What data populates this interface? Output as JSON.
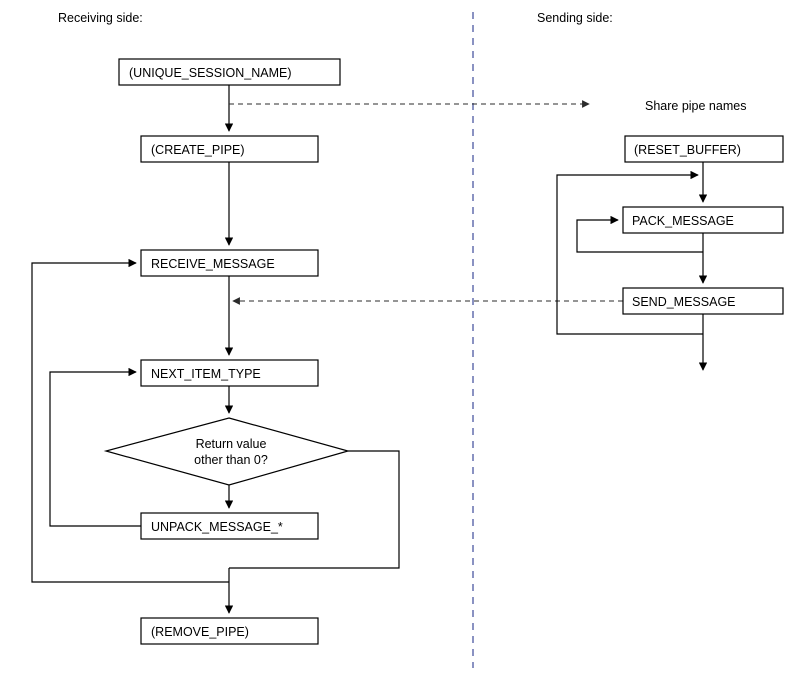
{
  "diagram": {
    "title_receiving": "Receiving side:",
    "title_sending": "Sending side:",
    "share_label": "Share pipe names",
    "divider_name": "side-divider"
  },
  "receiving": {
    "nodes": [
      {
        "id": "unique-session-name",
        "label": "(UNIQUE_SESSION_NAME)"
      },
      {
        "id": "create-pipe",
        "label": "(CREATE_PIPE)"
      },
      {
        "id": "receive-message",
        "label": "RECEIVE_MESSAGE"
      },
      {
        "id": "next-item-type",
        "label": "NEXT_ITEM_TYPE"
      },
      {
        "id": "unpack-message",
        "label": "UNPACK_MESSAGE_*"
      },
      {
        "id": "remove-pipe",
        "label": "(REMOVE_PIPE)"
      }
    ],
    "decision": {
      "id": "return-value-decision",
      "line1": "Return value",
      "line2": "other than 0?"
    }
  },
  "sending": {
    "nodes": [
      {
        "id": "reset-buffer",
        "label": "(RESET_BUFFER)"
      },
      {
        "id": "pack-message",
        "label": "PACK_MESSAGE"
      },
      {
        "id": "send-message",
        "label": "SEND_MESSAGE"
      }
    ]
  },
  "colors": {
    "stroke": "#000000",
    "divider": "#2b3a8f",
    "background": "#ffffff"
  }
}
